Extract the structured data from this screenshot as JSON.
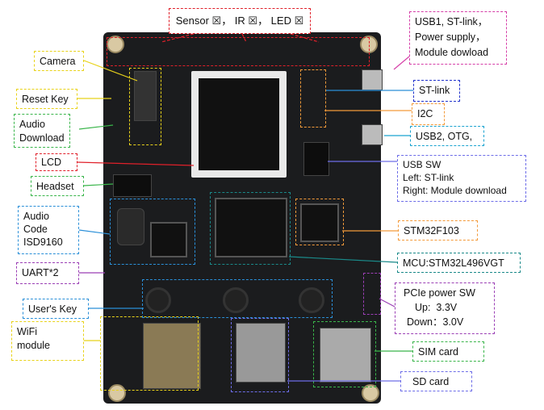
{
  "labels": {
    "sensor": "Sensor ☒， IR ☒， LED ☒",
    "camera": "Camera",
    "reset_key": "Reset Key",
    "audio_download": "Audio Download",
    "lcd": "LCD",
    "headset": "Headset",
    "audio_code": [
      "Audio",
      "Code",
      "ISD9160"
    ],
    "uart": "UART*2",
    "users_key": "User's Key",
    "wifi": [
      "WiFi",
      "module"
    ],
    "usb1": [
      "USB1, ST-link，",
      "Power supply，",
      "Module dowload"
    ],
    "st_link": "ST-link",
    "i2c": "I2C",
    "usb2": "USB2, OTG,",
    "usb_sw": [
      "USB SW",
      "Left: ST-link",
      "Right: Module download"
    ],
    "stm32f103": "STM32F103",
    "mcu": "MCU:STM32L496VGT",
    "pcie": [
      "PCIe power SW",
      "Up:  3.3V",
      "Down：3.0V"
    ],
    "sim": "SIM card",
    "sd": "SD card"
  },
  "colors": {
    "red": "#e0202a",
    "yellow": "#e8d21a",
    "green": "#39b54a",
    "blue": "#2a8fd8",
    "purple": "#9b3fb5",
    "magenta": "#d63fa8",
    "orange": "#f39a3a",
    "navy": "#2233cc",
    "cyan": "#1aa3d0",
    "periwinkle": "#6d6de8",
    "teal": "#1a8a8a"
  }
}
